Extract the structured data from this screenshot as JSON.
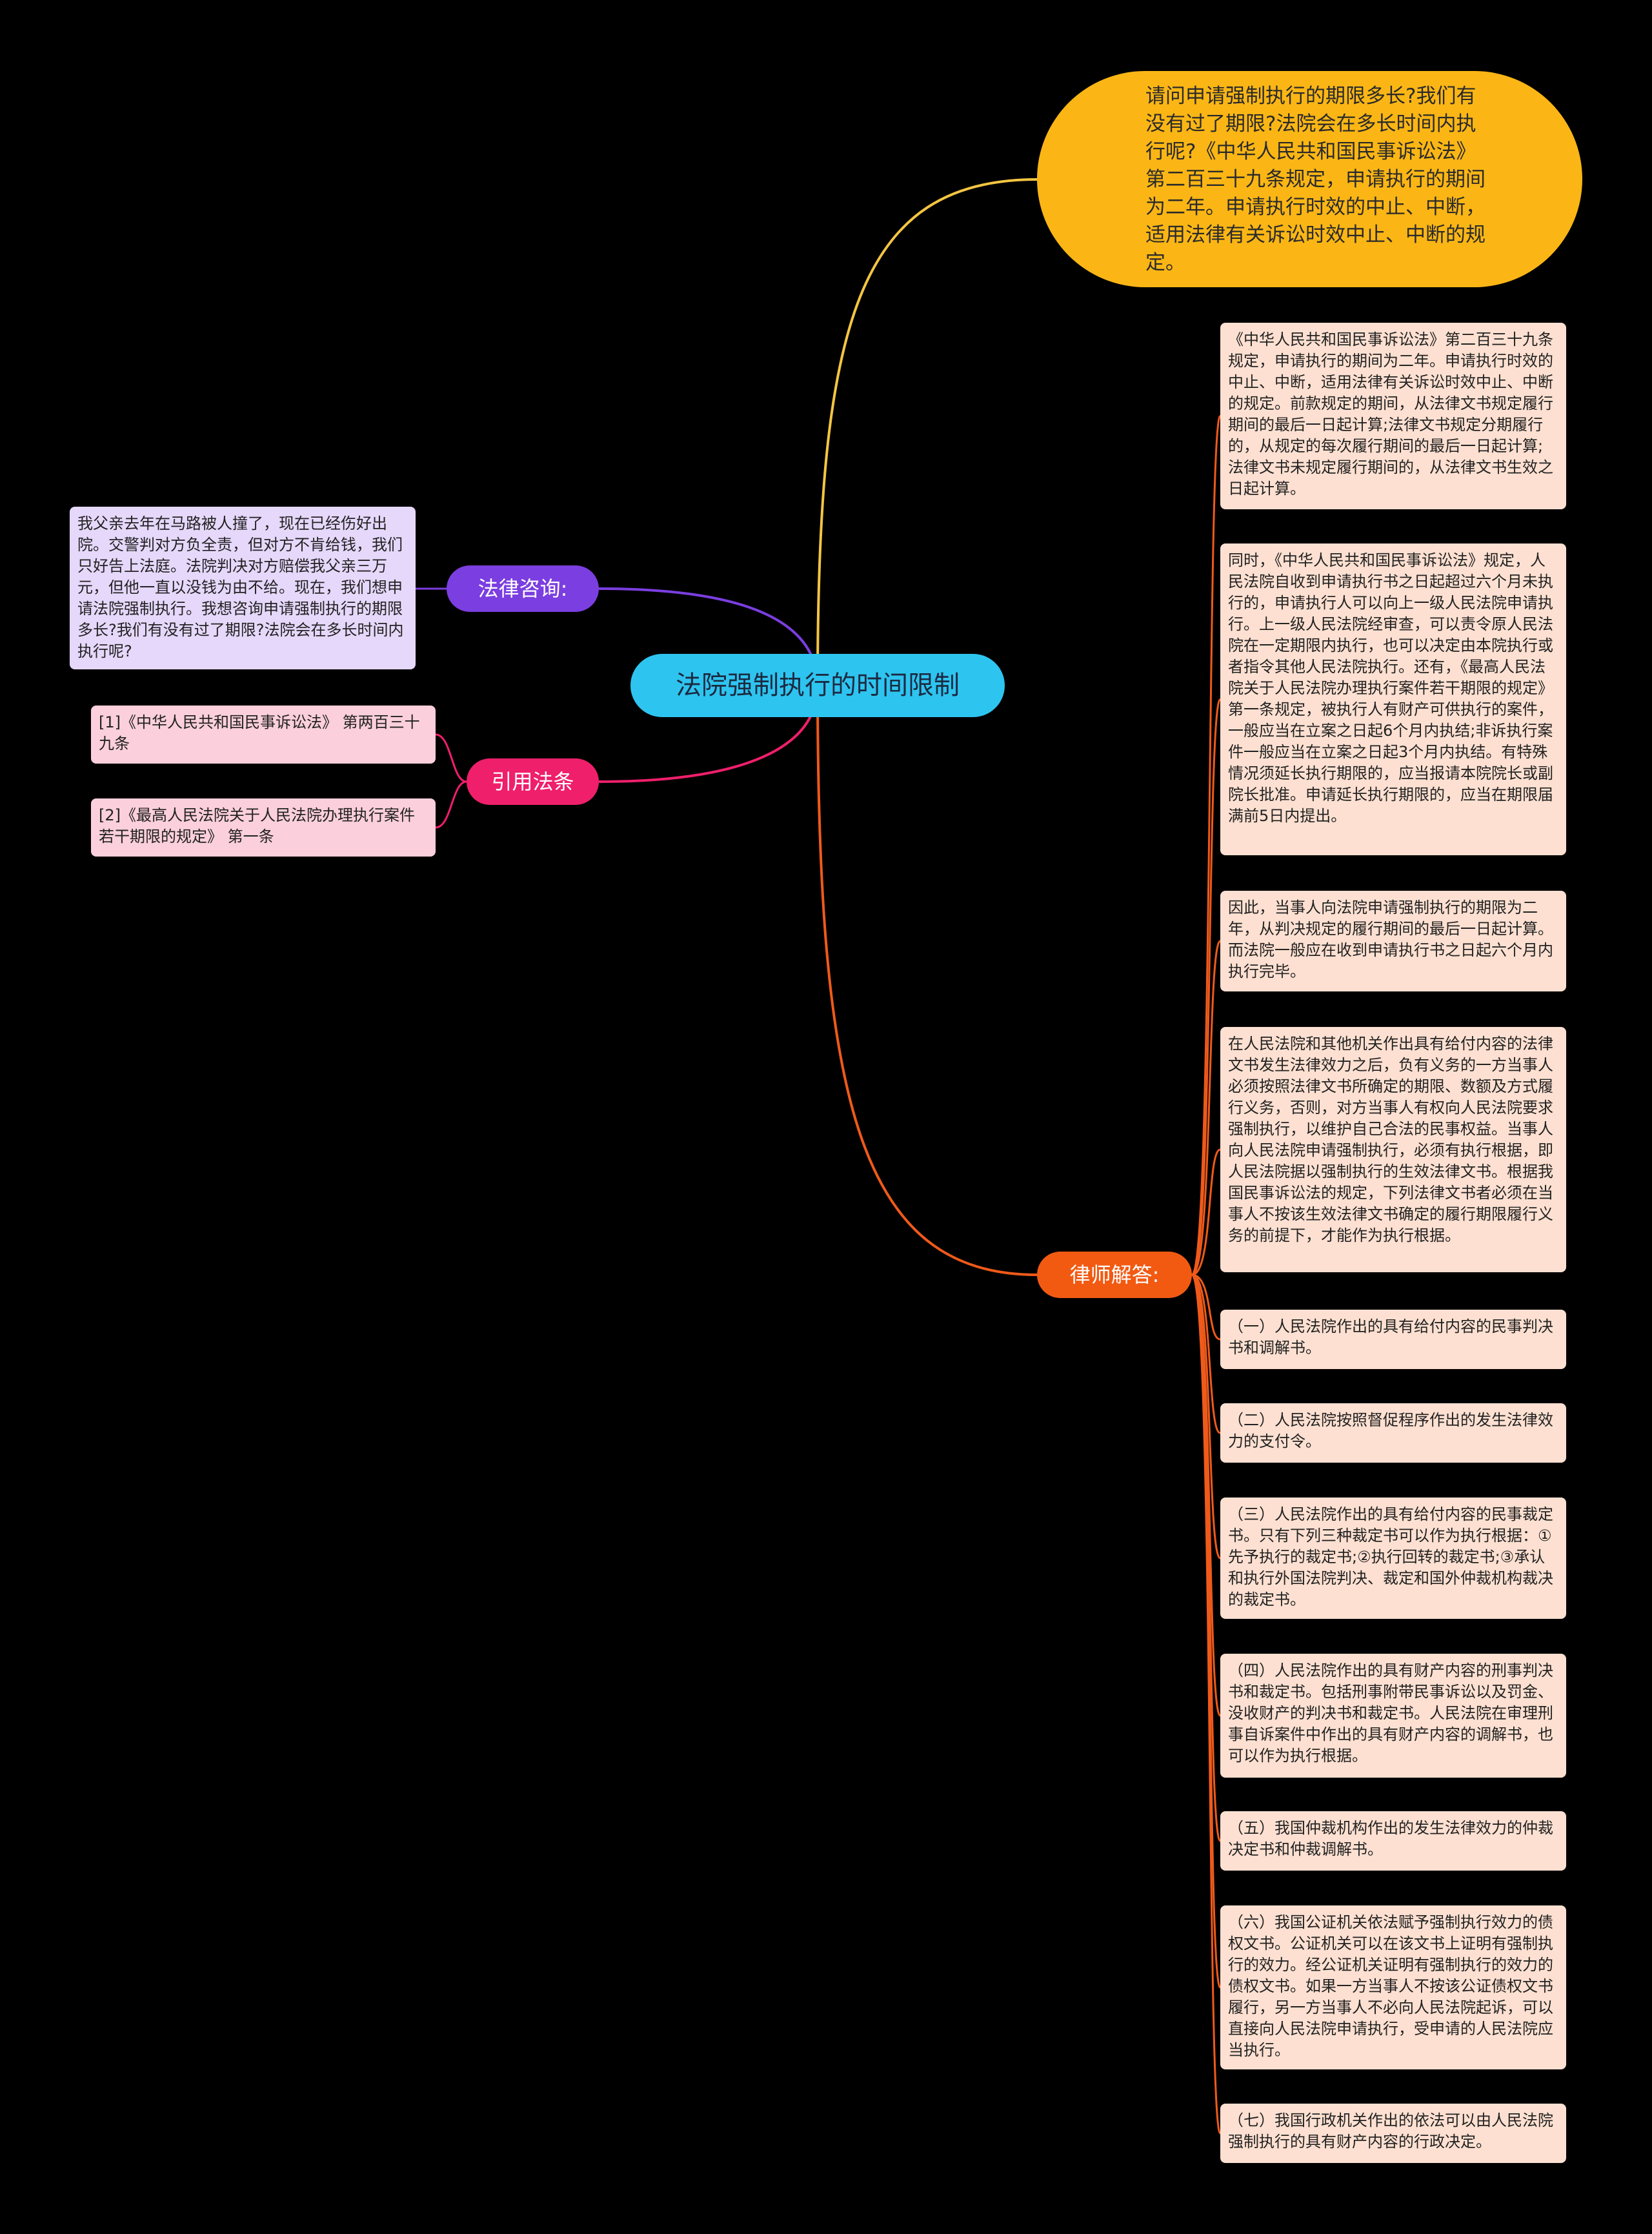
{
  "root": {
    "label": "法院强制执行的时间限制"
  },
  "question": {
    "text": "请问申请强制执行的期限多长?我们有没有过了期限?法院会在多长时间内执行呢?《中华人民共和国民事诉讼法》第二百三十九条规定，申请执行的期间为二年。申请执行时效的中止、中断，适用法律有关诉讼时效中止、中断的规定。"
  },
  "legal_consult": {
    "label": "法律咨询:",
    "detail": "我父亲去年在马路被人撞了，现在已经伤好出院。交警判对方负全责，但对方不肯给钱，我们只好告上法庭。法院判决对方赔偿我父亲三万元，但他一直以没钱为由不给。现在，我们想申请法院强制执行。我想咨询申请强制执行的期限多长?我们有没有过了期限?法院会在多长时间内执行呢?"
  },
  "citations": {
    "label": "引用法条",
    "items": [
      "[1]《中华人民共和国民事诉讼法》 第两百三十九条",
      "[2]《最高人民法院关于人民法院办理执行案件若干期限的规定》 第一条"
    ]
  },
  "lawyer": {
    "label": "律师解答:",
    "items": [
      "《中华人民共和国民事诉讼法》第二百三十九条规定，申请执行的期间为二年。申请执行时效的中止、中断，适用法律有关诉讼时效中止、中断的规定。前款规定的期间，从法律文书规定履行期间的最后一日起计算;法律文书规定分期履行的，从规定的每次履行期间的最后一日起计算;法律文书未规定履行期间的，从法律文书生效之日起计算。",
      "同时，《中华人民共和国民事诉讼法》规定，人民法院自收到申请执行书之日起超过六个月未执行的，申请执行人可以向上一级人民法院申请执行。上一级人民法院经审查，可以责令原人民法院在一定期限内执行，也可以决定由本院执行或者指令其他人民法院执行。还有，《最高人民法院关于人民法院办理执行案件若干期限的规定》第一条规定，被执行人有财产可供执行的案件，一般应当在立案之日起6个月内执结;非诉执行案件一般应当在立案之日起3个月内执结。有特殊情况须延长执行期限的，应当报请本院院长或副院长批准。申请延长执行期限的，应当在期限届满前5日内提出。",
      "因此，当事人向法院申请强制执行的期限为二年，从判决规定的履行期间的最后一日起计算。而法院一般应在收到申请执行书之日起六个月内执行完毕。",
      "在人民法院和其他机关作出具有给付内容的法律文书发生法律效力之后，负有义务的一方当事人必须按照法律文书所确定的期限、数额及方式履行义务，否则，对方当事人有权向人民法院要求强制执行，以维护自己合法的民事权益。当事人向人民法院申请强制执行，必须有执行根据，即人民法院据以强制执行的生效法律文书。根据我国民事诉讼法的规定，下列法律文书者必须在当事人不按该生效法律文书确定的履行期限履行义务的前提下，才能作为执行根据。",
      "（一）人民法院作出的具有给付内容的民事判决书和调解书。",
      "（二）人民法院按照督促程序作出的发生法律效力的支付令。",
      "（三）人民法院作出的具有给付内容的民事裁定书。只有下列三种裁定书可以作为执行根据：①先予执行的裁定书;②执行回转的裁定书;③承认和执行外国法院判决、裁定和国外仲裁机构裁决的裁定书。",
      "（四）人民法院作出的具有财产内容的刑事判决书和裁定书。包括刑事附带民事诉讼以及罚金、没收财产的判决书和裁定书。人民法院在审理刑事自诉案件中作出的具有财产内容的调解书，也可以作为执行根据。",
      "（五）我国仲裁机构作出的发生法律效力的仲裁决定书和仲裁调解书。",
      "（六）我国公证机关依法赋予强制执行效力的债权文书。公证机关可以在该文书上证明有强制执行的效力。经公证机关证明有强制执行的效力的债权文书。如果一方当事人不按该公证债权文书履行，另一方当事人不必向人民法院起诉，可以直接向人民法院申请执行，受申请的人民法院应当执行。",
      "（七）我国行政机关作出的依法可以由人民法院强制执行的具有财产内容的行政决定。"
    ]
  },
  "colors": {
    "background": "#000000",
    "root": "#2ec4f0",
    "question": "#fbb615",
    "legal": "#7b3ee0",
    "cite": "#ef1f6b",
    "lawyer": "#f25a12",
    "answer_box": "#fde0d1"
  }
}
